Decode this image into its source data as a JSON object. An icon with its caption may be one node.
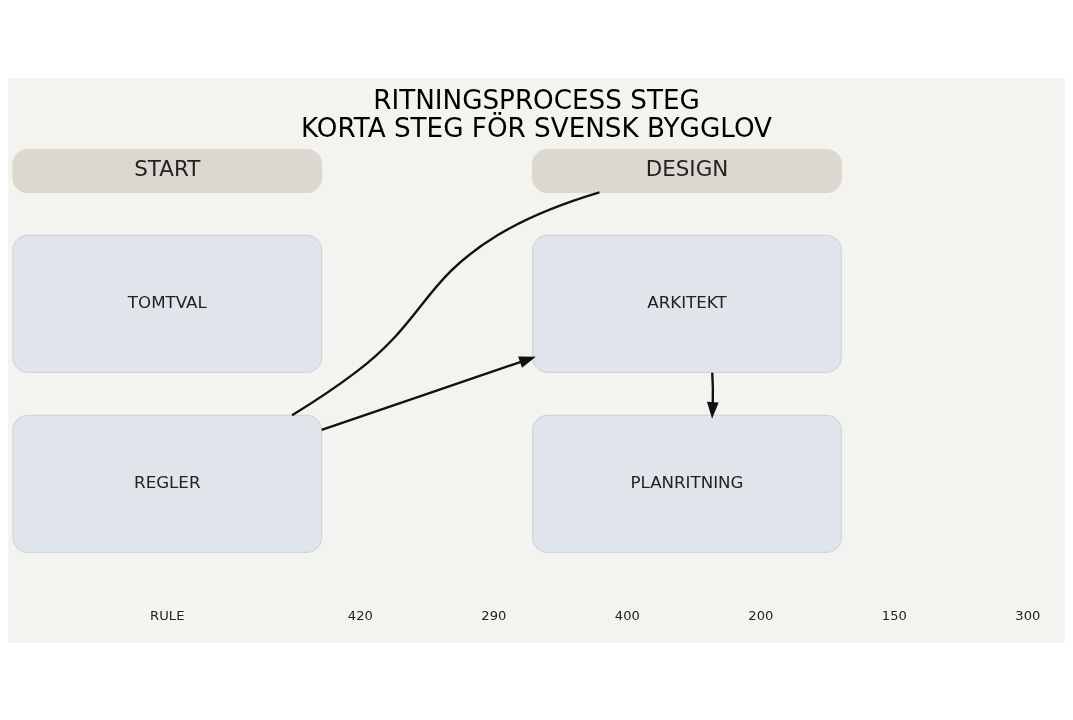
{
  "diagram": {
    "title": "RITNINGSPROCESS STEG",
    "caption": "KORTA STEG FÖR SVENSK BYGGLOV",
    "nodes": [
      {
        "text": [
          "START"
        ]
      },
      {
        "text": [
          "TOMTVAL"
        ]
      },
      {
        "text": [
          "REGLER"
        ]
      },
      {
        "text": [
          "DESIGN"
        ]
      },
      {
        "text": [
          "ARKITEKT"
        ]
      },
      {
        "text": [
          "PLANRITNING"
        ]
      }
    ],
    "edges": [
      {
        "from": 2,
        "to": 3,
        "arrow": "none"
      },
      {
        "from": 2,
        "to": 4,
        "arrow": "to"
      },
      {
        "from": 4,
        "to": 5,
        "arrow": "to"
      }
    ],
    "labels": [
      "RULE",
      "420",
      "290",
      "400",
      "200",
      "150",
      "300"
    ]
  }
}
